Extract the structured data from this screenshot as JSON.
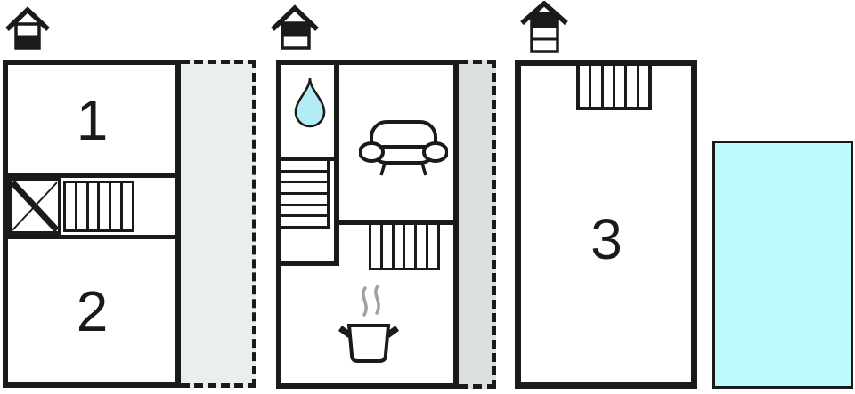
{
  "title": "Holiday home floor plan",
  "rooms": {
    "room1": "1",
    "room2": "2",
    "room3": "3"
  },
  "icons": {
    "level_icon_1": "house-lower-level-icon",
    "level_icon_2": "house-upper-level-icon",
    "level_icon_3": "house-top-level-icon",
    "bathroom": "water-drop-icon",
    "living": "sofa-icon",
    "kitchen": "cooking-pot-icon",
    "void": "cross-void-marker",
    "stairs": "staircase"
  },
  "colors": {
    "ink": "#1a1a1a",
    "terrace_left_fill": "#eaefed",
    "terrace_middle_fill": "#d9e0de",
    "drop_fill": "#b3ecf4",
    "pool_fill": "#bcfafc",
    "steam": "#9aa3a3"
  }
}
